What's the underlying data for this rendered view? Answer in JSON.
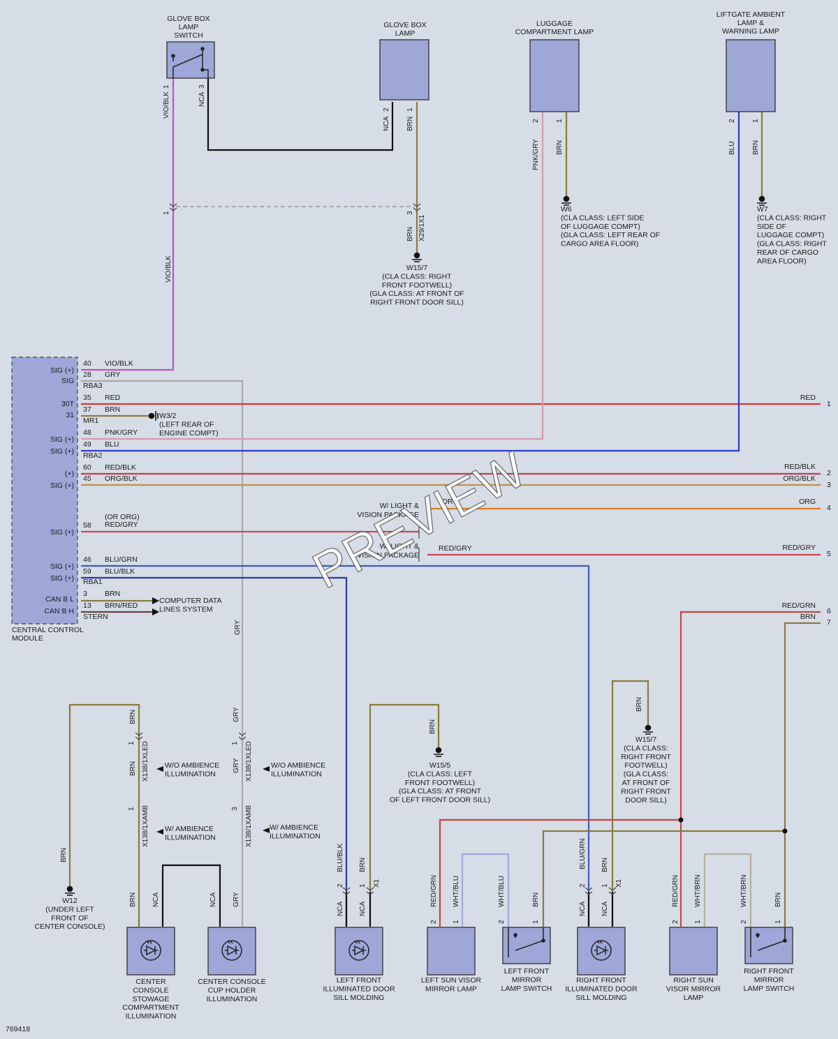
{
  "diagram_id": "769418",
  "watermark": "PREVIEW",
  "colors": {
    "background": "#d6dde6",
    "component": "#9ea7d8",
    "vio_blk": "#c050c8",
    "gry": "#a8a8a8",
    "red": "#d8343c",
    "brn": "#8c7a3c",
    "pnk_gry": "#d89aa8",
    "blu": "#2b3bd6",
    "red_blk": "#c83c4c",
    "org_blk": "#c0904c",
    "org": "#e07a20",
    "red_gry": "#c84a58",
    "blu_grn": "#3a5ad0",
    "blu_blk": "#2a3ab0",
    "red_grn": "#c8443c",
    "wht_blu": "#a0a8e0",
    "wht_brn": "#b8b0a0",
    "nca": "#111111",
    "brn_red": "#6a4040"
  },
  "components": {
    "glove_box_switch": {
      "title": [
        "GLOVE BOX",
        "LAMP",
        "SWITCH"
      ],
      "pin_left": "1",
      "pin_right": "3",
      "wire_left": "VIO/BLK",
      "wire_right": "NCA",
      "icon": "switch-icon"
    },
    "glove_box_lamp": {
      "title": [
        "GLOVE BOX",
        "LAMP"
      ],
      "pin_left": "2",
      "pin_right": "1",
      "wire_left": "NCA",
      "wire_right": "BRN"
    },
    "luggage_lamp": {
      "title": [
        "LUGGAGE",
        "COMPARTMENT LAMP"
      ],
      "pin_left": "2",
      "pin_right": "1",
      "wire_left": "PNK/GRY",
      "wire_right": "BRN"
    },
    "liftgate_lamp": {
      "title": [
        "LIFTGATE AMBIENT",
        "LAMP &",
        "WARNING LAMP"
      ],
      "pin_left": "2",
      "pin_right": "1",
      "wire_left": "BLU",
      "wire_right": "BRN"
    },
    "ccm": {
      "title": [
        "CENTRAL CONTROL",
        "MODULE"
      ],
      "signals": [
        "SIG (+)",
        "SIG",
        "30T",
        "31",
        "SIG (+)",
        "SIG (+)",
        "(+)",
        "SIG (+)",
        "SIG (+)",
        "SIG (+)",
        "SIG (+)",
        "CAN B L",
        "CAN B H"
      ],
      "connectors": [
        "RBA3",
        "MR1",
        "RBA2",
        "RBA1",
        "STERN"
      ]
    }
  },
  "ccm_pins": [
    {
      "pin": "40",
      "wire": "VIO/BLK"
    },
    {
      "pin": "28",
      "wire": "GRY"
    },
    {
      "pin": "35",
      "wire": "RED"
    },
    {
      "pin": "37",
      "wire": "BRN"
    },
    {
      "pin": "48",
      "wire": "PNK/GRY"
    },
    {
      "pin": "49",
      "wire": "BLU"
    },
    {
      "pin": "60",
      "wire": "RED/BLK"
    },
    {
      "pin": "45",
      "wire": "ORG/BLK"
    },
    {
      "pin": "58",
      "wire": "RED/GRY",
      "alt": "(OR ORG)"
    },
    {
      "pin": "46",
      "wire": "BLU/GRN"
    },
    {
      "pin": "59",
      "wire": "BLU/BLK"
    },
    {
      "pin": "3",
      "wire": "BRN"
    },
    {
      "pin": "13",
      "wire": "BRN/RED"
    }
  ],
  "grounds": {
    "w3_2": [
      "W3/2",
      "(LEFT REAR OF",
      "ENGINE COMPT)"
    ],
    "w15_7_top": [
      "W15/7",
      "(CLA CLASS: RIGHT",
      "FRONT FOOTWELL)",
      "(GLA CLASS: AT FRONT OF",
      "RIGHT FRONT DOOR SILL)"
    ],
    "w6": [
      "W6",
      "(CLA CLASS: LEFT SIDE",
      "OF LUGGAGE COMPT)",
      "(GLA CLASS: LEFT REAR OF",
      "CARGO AREA FLOOR)"
    ],
    "w7": [
      "W7",
      "(CLA CLASS: RIGHT",
      "SIDE OF",
      "LUGGAGE COMPT)",
      "(GLA CLASS: RIGHT",
      "REAR OF CARGO",
      "AREA FLOOR)"
    ],
    "w12": [
      "W12",
      "(UNDER LEFT",
      "FRONT OF",
      "CENTER CONSOLE)"
    ],
    "w15_5": [
      "W15/5",
      "(CLA CLASS: LEFT",
      "FRONT FOOTWELL)",
      "(GLA CLASS: AT FRONT",
      "OF LEFT FRONT DOOR SILL)"
    ],
    "w15_7_bot": [
      "W15/7",
      "(CLA CLASS:",
      "RIGHT FRONT",
      "FOOTWELL)",
      "(GLA CLASS:",
      "AT FRONT OF",
      "RIGHT FRONT",
      "DOOR SILL)"
    ]
  },
  "connectors_text": {
    "x29": "X29/1X1",
    "x138_led": "X138/1XLED",
    "x138_amb": "X138/1XAMB",
    "x1": "X1",
    "wo_amb": [
      "W/O AMBIENCE",
      "ILLUMINATION"
    ],
    "w_amb": [
      "W/ AMBIENCE",
      "ILLUMINATION"
    ],
    "w_light_vision_1": [
      "W/ LIGHT &",
      "VISION PACKAGE"
    ],
    "w_light_vision_2": [
      "W/ LIGHT &",
      "VISION PACKAGE"
    ],
    "computer_data": [
      "COMPUTER DATA",
      "LINES SYSTEM"
    ]
  },
  "right_edge": [
    {
      "num": "1",
      "wire": "RED"
    },
    {
      "num": "2",
      "wire": "RED/BLK"
    },
    {
      "num": "3",
      "wire": "ORG/BLK"
    },
    {
      "num": "4",
      "wire": "ORG"
    },
    {
      "num": "5",
      "wire": "RED/GRY"
    },
    {
      "num": "6",
      "wire": "RED/GRN"
    },
    {
      "num": "7",
      "wire": "BRN"
    }
  ],
  "mid_wire_labels": {
    "vio_blk": "VIO/BLK",
    "gry": "GRY",
    "brn": "BRN",
    "org": "ORG",
    "red_gry": "RED/GRY"
  },
  "bottom_components": [
    {
      "key": "stowage",
      "title": [
        "CENTER",
        "CONSOLE",
        "STOWAGE",
        "COMPARTMENT",
        "ILLUMINATION"
      ],
      "wires": [
        "BRN",
        "NCA"
      ]
    },
    {
      "key": "cupholder",
      "title": [
        "CENTER CONSOLE",
        "CUP HOLDER",
        "ILLUMINATION"
      ],
      "wires": [
        "NCA",
        "GRY"
      ]
    },
    {
      "key": "lf_sill",
      "title": [
        "LEFT FRONT",
        "ILLUMINATED DOOR",
        "SILL MOLDING"
      ],
      "wires": [
        "NCA",
        "NCA"
      ],
      "upper": [
        "BLU/BLK",
        "BRN"
      ],
      "pins": [
        "2",
        "1"
      ]
    },
    {
      "key": "l_visor",
      "title": [
        "LEFT SUN VISOR",
        "MIRROR LAMP"
      ],
      "wires": [
        "RED/GRN",
        "WHT/BLU"
      ],
      "pins": [
        "2",
        "1"
      ]
    },
    {
      "key": "lf_mirror_sw",
      "title": [
        "LEFT FRONT",
        "MIRROR",
        "LAMP SWITCH"
      ],
      "wires": [
        "WHT/BLU",
        "BRN"
      ],
      "pins": [
        "2",
        "1"
      ]
    },
    {
      "key": "rf_sill",
      "title": [
        "RIGHT FRONT",
        "ILLUMINATED DOOR",
        "SILL MOLDING"
      ],
      "wires": [
        "NCA",
        "NCA"
      ],
      "upper": [
        "BLU/GRN",
        "BRN"
      ],
      "pins": [
        "2",
        "1"
      ]
    },
    {
      "key": "r_visor",
      "title": [
        "RIGHT SUN",
        "VISOR MIRROR",
        "LAMP"
      ],
      "wires": [
        "RED/GRN",
        "WHT/BRN"
      ],
      "pins": [
        "2",
        "1"
      ]
    },
    {
      "key": "rf_mirror_sw",
      "title": [
        "RIGHT FRONT",
        "MIRROR",
        "LAMP SWITCH"
      ],
      "wires": [
        "WHT/BRN",
        "BRN"
      ],
      "pins": [
        "2",
        "1"
      ]
    }
  ],
  "lower_wire_labels": {
    "brn": "BRN",
    "gry": "GRY",
    "pin1": "1",
    "pin3": "3"
  }
}
